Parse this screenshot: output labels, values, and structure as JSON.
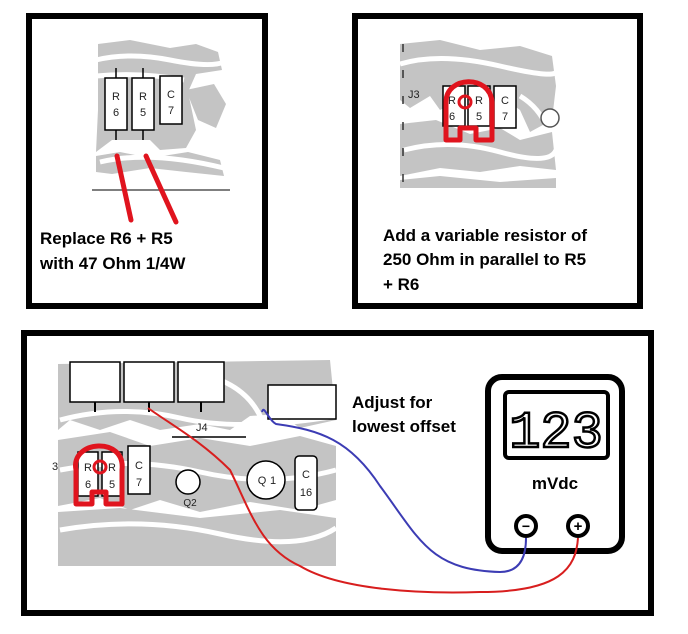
{
  "panels": {
    "panel1": {
      "caption": [
        "Replace R6 + R5",
        "with 47 Ohm 1/4W"
      ],
      "components": [
        {
          "name": "R",
          "num": "6"
        },
        {
          "name": "R",
          "num": "5"
        },
        {
          "name": "C",
          "num": "7"
        }
      ]
    },
    "panel2": {
      "connector": "J3",
      "caption": [
        "Add a variable resistor of",
        "250 Ohm in parallel to R5",
        "+ R6"
      ],
      "components": [
        {
          "name": "R",
          "num": "6"
        },
        {
          "name": "R",
          "num": "5"
        },
        {
          "name": "C",
          "num": "7"
        }
      ]
    },
    "panel3": {
      "connector": "J4",
      "edge_label": "3",
      "components": [
        {
          "name": "R",
          "num": "6"
        },
        {
          "name": "R",
          "num": "5"
        },
        {
          "name": "C",
          "num": "7"
        },
        {
          "name": "Q",
          "num": "1"
        },
        {
          "name": "C",
          "num": "16"
        },
        {
          "name": "Q2",
          "num": ""
        }
      ],
      "annotation": [
        "Adjust for",
        "lowest offset"
      ],
      "meter": {
        "display": "123",
        "unit": "mVdc",
        "negative_symbol": "−",
        "positive_symbol": "+"
      }
    }
  },
  "colors": {
    "pcb_trace": "#c4c4c4",
    "highlight_red": "#e0141e",
    "probe_red": "#d81e1e",
    "probe_blue": "#3c3cb4",
    "frame": "#000000"
  }
}
